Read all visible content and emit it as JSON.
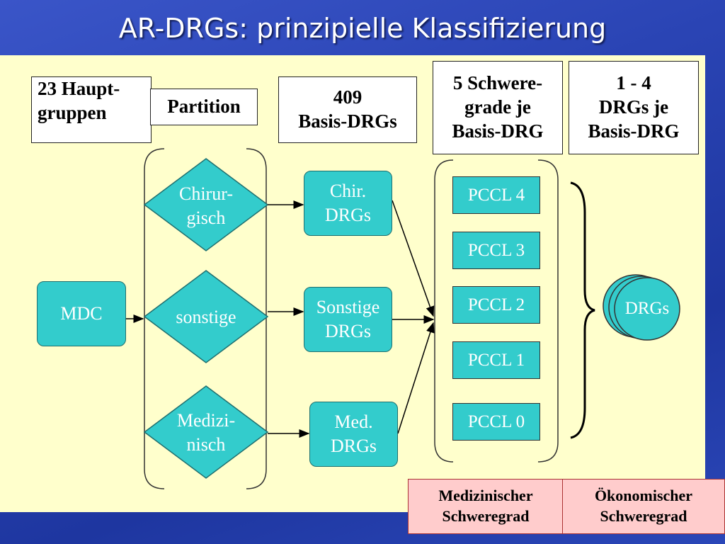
{
  "title": "AR-DRGs: prinzipielle Klassifizierung",
  "headers": {
    "hauptgruppen": [
      "23 Haupt-",
      "gruppen"
    ],
    "partition": "Partition",
    "basis_drgs": [
      "409",
      "Basis-DRGs"
    ],
    "schweregrade": [
      "5 Schwere-",
      "grade je",
      "Basis-DRG"
    ],
    "drgs_je": [
      "1 - 4",
      "DRGs je",
      "Basis-DRG"
    ]
  },
  "mdc": "MDC",
  "partitions": [
    {
      "lines": [
        "Chirur-",
        "gisch"
      ]
    },
    {
      "lines": [
        "sonstige"
      ]
    },
    {
      "lines": [
        "Medizi-",
        "nisch"
      ]
    }
  ],
  "basis_groups": [
    {
      "lines": [
        "Chir.",
        "DRGs"
      ]
    },
    {
      "lines": [
        "Sonstige",
        "DRGs"
      ]
    },
    {
      "lines": [
        "Med.",
        "DRGs"
      ]
    }
  ],
  "pccl": [
    "PCCL 4",
    "PCCL 3",
    "PCCL 2",
    "PCCL 1",
    "PCCL 0"
  ],
  "drgs": "DRGs",
  "footer": {
    "medizinisch": [
      "Medizinischer",
      "Schweregrad"
    ],
    "oekonomisch": [
      "Ökonomischer",
      "Schweregrad"
    ]
  },
  "colors": {
    "teal": "#33cccc",
    "panel": "#ffffcc",
    "footer": "#ffcccc"
  }
}
